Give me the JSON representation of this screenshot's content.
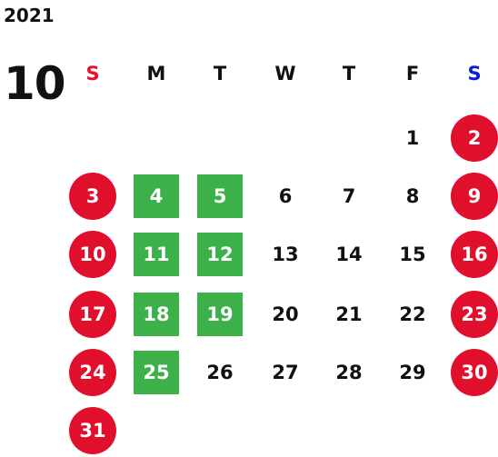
{
  "calendar": {
    "year": "2021",
    "month": "10",
    "weekdays": [
      {
        "label": "S",
        "color": "#e8102e"
      },
      {
        "label": "M",
        "color": "#111111"
      },
      {
        "label": "T",
        "color": "#111111"
      },
      {
        "label": "W",
        "color": "#111111"
      },
      {
        "label": "T",
        "color": "#111111"
      },
      {
        "label": "F",
        "color": "#111111"
      },
      {
        "label": "S",
        "color": "#0a1ed6"
      }
    ],
    "colors": {
      "holiday": "#e0102c",
      "highlight": "#3cb14a",
      "text": "#111111"
    },
    "days": [
      {
        "day": "1",
        "col": 5,
        "row": 0,
        "style": "plain"
      },
      {
        "day": "2",
        "col": 6,
        "row": 0,
        "style": "holiday"
      },
      {
        "day": "3",
        "col": 0,
        "row": 1,
        "style": "holiday"
      },
      {
        "day": "4",
        "col": 1,
        "row": 1,
        "style": "highlight"
      },
      {
        "day": "5",
        "col": 2,
        "row": 1,
        "style": "highlight"
      },
      {
        "day": "6",
        "col": 3,
        "row": 1,
        "style": "plain"
      },
      {
        "day": "7",
        "col": 4,
        "row": 1,
        "style": "plain"
      },
      {
        "day": "8",
        "col": 5,
        "row": 1,
        "style": "plain"
      },
      {
        "day": "9",
        "col": 6,
        "row": 1,
        "style": "holiday"
      },
      {
        "day": "10",
        "col": 0,
        "row": 2,
        "style": "holiday"
      },
      {
        "day": "11",
        "col": 1,
        "row": 2,
        "style": "highlight"
      },
      {
        "day": "12",
        "col": 2,
        "row": 2,
        "style": "highlight"
      },
      {
        "day": "13",
        "col": 3,
        "row": 2,
        "style": "plain"
      },
      {
        "day": "14",
        "col": 4,
        "row": 2,
        "style": "plain"
      },
      {
        "day": "15",
        "col": 5,
        "row": 2,
        "style": "plain"
      },
      {
        "day": "16",
        "col": 6,
        "row": 2,
        "style": "holiday"
      },
      {
        "day": "17",
        "col": 0,
        "row": 3,
        "style": "holiday"
      },
      {
        "day": "18",
        "col": 1,
        "row": 3,
        "style": "highlight"
      },
      {
        "day": "19",
        "col": 2,
        "row": 3,
        "style": "highlight"
      },
      {
        "day": "20",
        "col": 3,
        "row": 3,
        "style": "plain"
      },
      {
        "day": "21",
        "col": 4,
        "row": 3,
        "style": "plain"
      },
      {
        "day": "22",
        "col": 5,
        "row": 3,
        "style": "plain"
      },
      {
        "day": "23",
        "col": 6,
        "row": 3,
        "style": "holiday"
      },
      {
        "day": "24",
        "col": 0,
        "row": 4,
        "style": "holiday"
      },
      {
        "day": "25",
        "col": 1,
        "row": 4,
        "style": "highlight"
      },
      {
        "day": "26",
        "col": 2,
        "row": 4,
        "style": "plain"
      },
      {
        "day": "27",
        "col": 3,
        "row": 4,
        "style": "plain"
      },
      {
        "day": "28",
        "col": 4,
        "row": 4,
        "style": "plain"
      },
      {
        "day": "29",
        "col": 5,
        "row": 4,
        "style": "plain"
      },
      {
        "day": "30",
        "col": 6,
        "row": 4,
        "style": "holiday"
      },
      {
        "day": "31",
        "col": 0,
        "row": 5,
        "style": "holiday"
      }
    ]
  }
}
